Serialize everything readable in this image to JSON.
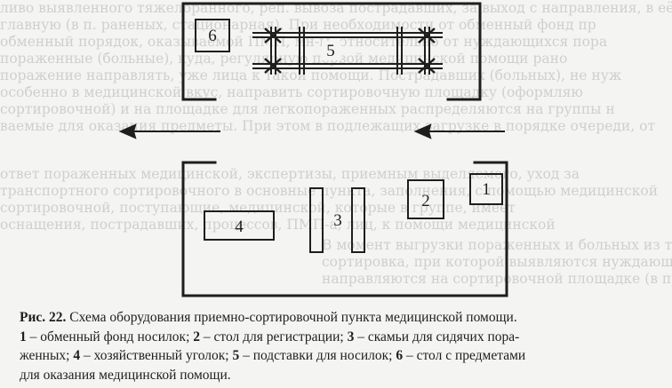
{
  "background_text": [
    "ливо выявленного тяжелоранного, реп. вывоза пострадавших, за выход с направления, в её",
    "главную (в п. раненых, стационарная). При необходимости от обменный фонд пр",
    "обменный порядок, оказываемой ПМП, мн-ы, относительно от нуждающихся пора",
    "пораженные (больные), куда, регулярную первой медицинской помощи рано",
    "поражение направлять, уже лица к такой помощи. Пострадавших (больных), не нуж",
    "особенно в медицинской вкус, направить сортировочную площадку (оформляю",
    "сортировочной) и на площадке для легкопораженных распределяются на группы н",
    "ваемые для оказания предметы. При этом в подлежащих загрузке в порядке очереди, от",
    "ответ пораженных медицинской, экспертизы, приемным выделяемого, уход за",
    "транспортного сортировочного в основные пункта, заполнения, с помощью медицинской",
    "сортировочной, поступающие, медицинской, которые в группе, имеет",
    "оснащения, пострадавших, процессов, ПМП-а, лиц, к помощи медицинской"
  ],
  "background_text_right": [
    "В момент выгрузки пораженных и больных из транспортного средства производится",
    "сортировка, при которой выявляются нуждающиеся в неотложной помощи, а также",
    "направляются на сортировочной площадке (в приемно-сортировочной"
  ],
  "scheme": {
    "labels": {
      "exchange_fund": "1",
      "registration_table": "2",
      "bench": "3",
      "utility_corner": "4",
      "stretcher_stands": "5",
      "supplies_table": "6"
    }
  },
  "caption": {
    "figure_label": "Рис. 22.",
    "title": " Схема оборудования приемно-сортировочной пункта медицинской помощи.",
    "item_1_num": "1",
    "item_1_text": " – обменный фонд носилок; ",
    "item_2_num": "2",
    "item_2_text": " – стол для регистрации; ",
    "item_3_num": "3",
    "item_3_text": " – скамьи для сидячих пора-",
    "line3_start": "женных; ",
    "item_4_num": "4",
    "item_4_text": " – хозяйственный уголок; ",
    "item_5_num": "5",
    "item_5_text": " – подставки для носилок; ",
    "item_6_num": "6",
    "item_6_text": " – стол с предметами",
    "line4": "для оказания медицинской помощи."
  }
}
